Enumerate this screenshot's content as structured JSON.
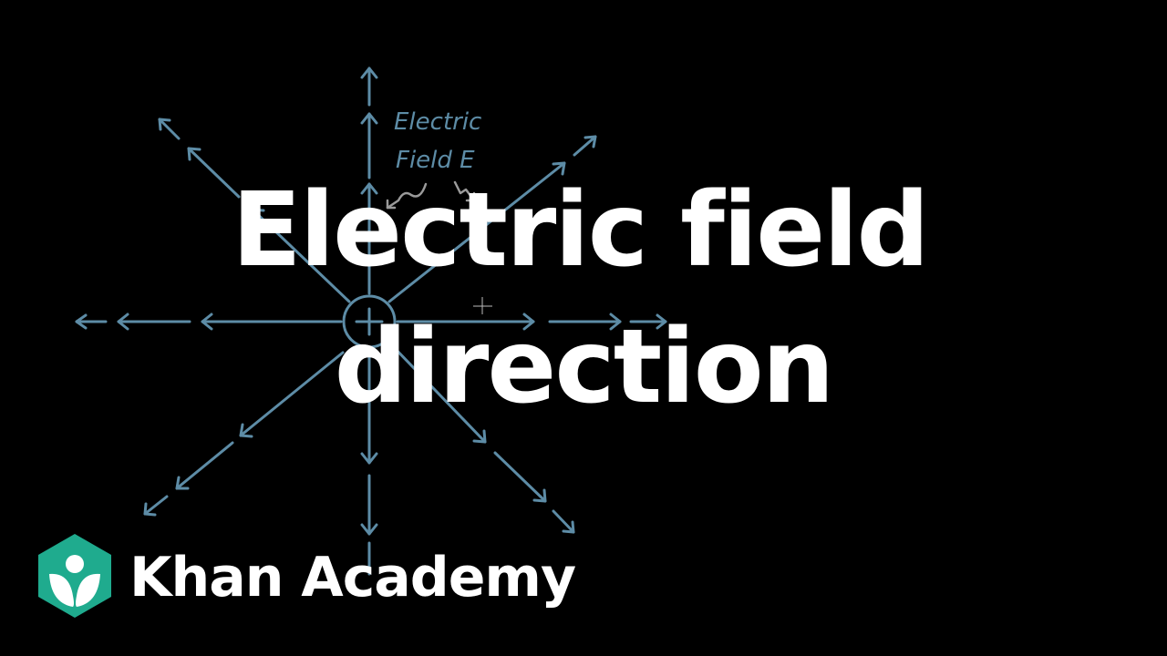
{
  "video": {
    "title_line1": "Electric field",
    "title_line2": "direction",
    "brand": "Khan Academy"
  },
  "diagram": {
    "label_line1": "Electric",
    "label_line2": "Field E",
    "charge_sign": "+",
    "line_color": "#5d8ca6",
    "annotation_color": "#9a9a9a"
  },
  "colors": {
    "background": "#000000",
    "title_text": "#ffffff",
    "logo_green": "#1fab8e"
  }
}
